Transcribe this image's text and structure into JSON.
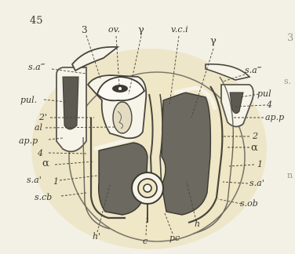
{
  "figure": {
    "number": "45",
    "labels": {
      "n3_top": "3",
      "ov": "ov.",
      "gamma_top": "γ",
      "vci": "v.c.i",
      "gamma_right": "γ",
      "sa3_left": "s.a‴",
      "sa3_right": "s.a‴",
      "pul_left": "pul.",
      "pul_right": "pul",
      "n2p": "2'",
      "al": "al",
      "app_left": "ap.p",
      "app_right": "ap.p",
      "n4_left": "4",
      "n4_right": "4",
      "alpha_left": "α",
      "alpha_right": "α",
      "sa1_left": "s.a'",
      "sa1_right": "s.a'",
      "n1_left": "1",
      "n1_right": "1",
      "n2_right": "2",
      "scb": "s.cb",
      "sob": "s.ob",
      "h_prime": "h'",
      "c": "c",
      "pc": "pc",
      "h": "h"
    },
    "edge_glyphs": {
      "top_right": "3",
      "right_s": "s.",
      "right_t": "n"
    }
  }
}
